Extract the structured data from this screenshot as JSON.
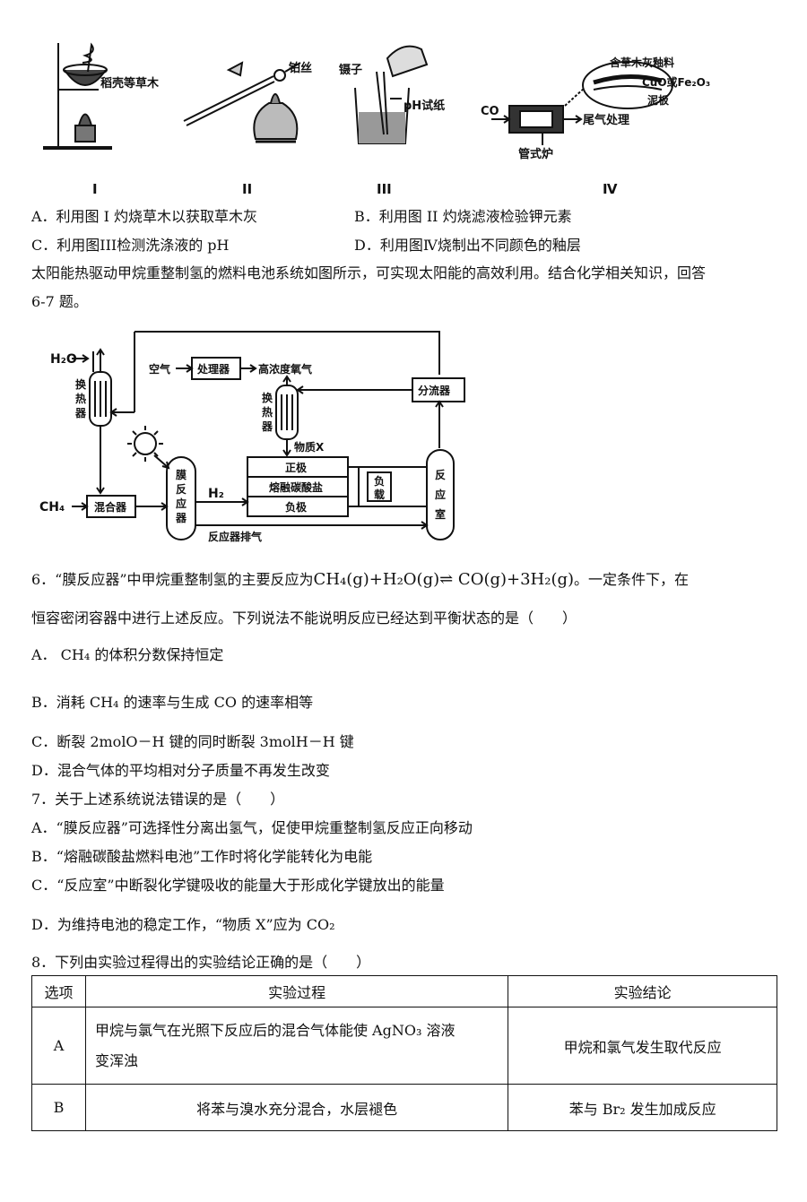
{
  "apparatus": {
    "fig1_label": "稻壳等草木",
    "fig2_label": "铂丝",
    "fig3_label_tweezers": "镊子",
    "fig3_label_ph": "pH试纸",
    "fig4_label_glaze": "含草木灰釉料",
    "fig4_label_oxide": "CuO或Fe₂O₃",
    "fig4_label_plate": "泥板",
    "fig4_label_co": "CO",
    "fig4_label_exhaust": "尾气处理",
    "fig4_label_furnace": "管式炉",
    "roman": [
      "I",
      "II",
      "III",
      "Ⅳ"
    ]
  },
  "q5_options": {
    "A": "A．利用图 I 灼烧草木以获取草木灰",
    "B": "B．利用图 II 灼烧滤液检验钾元素",
    "C": "C．利用图III检测洗涤液的 pH",
    "D": "D．利用图Ⅳ烧制出不同颜色的釉层"
  },
  "intro": {
    "line1": "太阳能热驱动甲烷重整制氢的燃料电池系统如图所示，可实现太阳能的高效利用。结合化学相关知识，回答",
    "line2": "6-7 题。"
  },
  "system_diagram": {
    "h2o": "H₂O",
    "heat_ex1": [
      "换",
      "热",
      "器"
    ],
    "ch4": "CH₄",
    "mixer": "混合器",
    "membrane": [
      "膜",
      "反",
      "应",
      "器"
    ],
    "h2": "H₂",
    "exhaust": "反应器排气",
    "air": "空气",
    "processor": "处理器",
    "oxygen": "高浓度氧气",
    "heat_ex2": [
      "换",
      "热",
      "器"
    ],
    "substance_x": "物质X",
    "positive": "正极",
    "electrolyte": "熔融碳酸盐",
    "negative": "负极",
    "load": [
      "负",
      "载"
    ],
    "splitter": "分流器",
    "chamber": [
      "反",
      "应",
      "室"
    ]
  },
  "q6": {
    "stem1": "6．“膜反应器”中甲烷重整制氢的主要反应为",
    "equation": "CH₄(g)+H₂O(g)⇌ CO(g)+3H₂(g)",
    "stem1_tail": "。一定条件下，在",
    "stem2": "恒容密闭容器中进行上述反应。下列说法不能说明反应已经达到平衡状态的是（　　）",
    "A": "A． CH₄ 的体积分数保持恒定",
    "B": "B．消耗 CH₄ 的速率与生成 CO 的速率相等",
    "C": "C．断裂 2molO－H 键的同时断裂 3molH－H 键",
    "D": "D．混合气体的平均相对分子质量不再发生改变"
  },
  "q7": {
    "stem": "7．关于上述系统说法错误的是（　　）",
    "A": "A．“膜反应器”可选择性分离出氢气，促使甲烷重整制氢反应正向移动",
    "B": "B．“熔融碳酸盐燃料电池”工作时将化学能转化为电能",
    "C": "C．“反应室”中断裂化学键吸收的能量大于形成化学键放出的能量",
    "D": "D．为维持电池的稳定工作，“物质 X”应为 CO₂"
  },
  "q8": {
    "stem": "8．下列由实验过程得出的实验结论正确的是（　　）",
    "headers": [
      "选项",
      "实验过程",
      "实验结论"
    ],
    "rows": [
      {
        "opt": "A",
        "process_l1": "甲烷与氯气在光照下反应后的混合气体能使 AgNO₃ 溶液",
        "process_l2": "变浑浊",
        "conclusion": "甲烷和氯气发生取代反应"
      },
      {
        "opt": "B",
        "process_l1": "将苯与溴水充分混合，水层褪色",
        "process_l2": "",
        "conclusion": "苯与 Br₂ 发生加成反应"
      }
    ]
  }
}
